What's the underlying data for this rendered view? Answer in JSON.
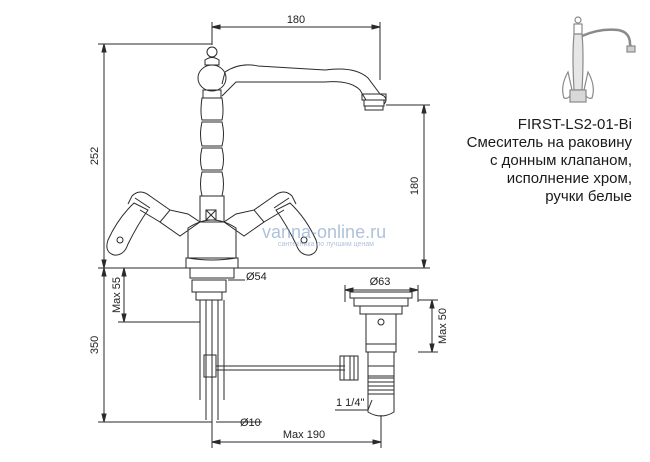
{
  "dimensions": {
    "top_width": "180",
    "total_height": "252",
    "spout_height": "180",
    "max_55": "Max 55",
    "diameter_54": "Ø54",
    "length_350": "350",
    "diameter_63": "Ø63",
    "max_50": "Max 50",
    "thread": "1 1/4\"",
    "diameter_10": "Ø10",
    "max_190": "Max 190"
  },
  "product": {
    "code": "FIRST-LS2-01-Bi",
    "description_lines": [
      "Смеситель на раковину",
      "с донным клапаном,",
      "исполнение хром,",
      "ручки белые"
    ]
  },
  "watermark": {
    "text": "vanna-online.ru",
    "subtext": "сантехника по лучшим ценам"
  },
  "colors": {
    "line": "#2a2a2a",
    "watermark": "#6f8fbf"
  }
}
